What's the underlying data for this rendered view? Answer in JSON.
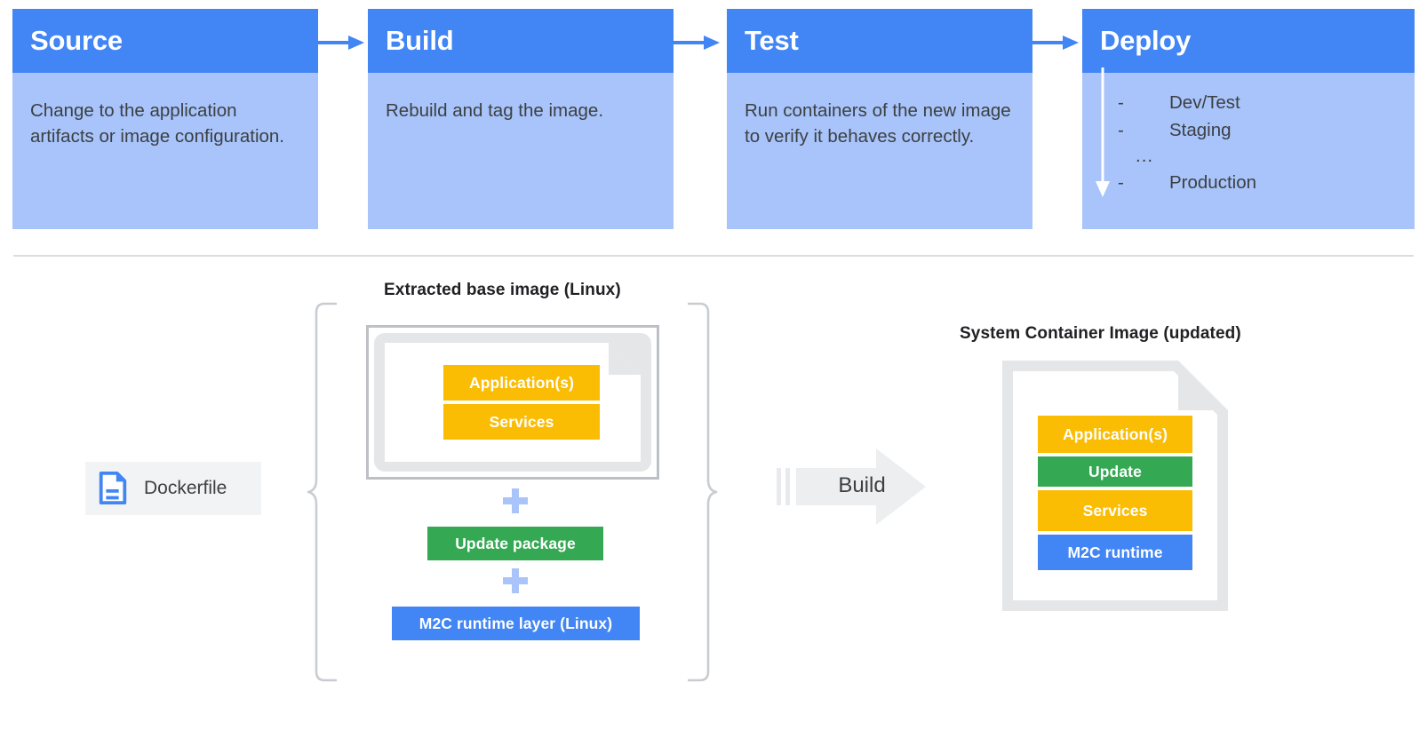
{
  "pipeline": {
    "stages": [
      {
        "title": "Source",
        "desc": "Change to the application artifacts or image configuration."
      },
      {
        "title": "Build",
        "desc": "Rebuild and tag the image."
      },
      {
        "title": "Test",
        "desc": "Run containers of the new image to verify it behaves correctly."
      },
      {
        "title": "Deploy",
        "desc": ""
      }
    ],
    "deploy_items": [
      "Dev/Test",
      "Staging",
      "Production"
    ],
    "deploy_dash": "-",
    "deploy_ellipsis": "...",
    "arrow_icon": "arrow-right-icon",
    "down_arrow_icon": "arrow-down-icon"
  },
  "lower": {
    "dockerfile": {
      "label": "Dockerfile",
      "icon": "document-icon"
    },
    "base_image": {
      "caption": "Extracted base image (Linux)",
      "layers": [
        {
          "label": "Application(s)",
          "color": "#fbbc04"
        },
        {
          "label": "Services",
          "color": "#fbbc04"
        }
      ]
    },
    "plus_icon": "plus-icon",
    "update_package": {
      "label": "Update package",
      "color": "#34a853"
    },
    "runtime_layer": {
      "label": "M2C runtime layer (Linux)",
      "color": "#4285f4"
    },
    "build_arrow": {
      "label": "Build",
      "icon": "arrow-right-icon"
    },
    "system_image": {
      "caption": "System Container Image (updated)",
      "layers": [
        {
          "label": "Application(s)",
          "color": "#fbbc04"
        },
        {
          "label": "Update",
          "color": "#34a853"
        },
        {
          "label": "Services",
          "color": "#fbbc04"
        },
        {
          "label": "M2C runtime",
          "color": "#4285f4"
        }
      ]
    }
  },
  "colors": {
    "header_blue": "#4285f4",
    "body_blue": "#a8c4fa",
    "yellow": "#fbbc04",
    "green": "#34a853",
    "blue": "#4285f4",
    "gray": "#e4e6e8",
    "plus_blue": "#a8c4fa"
  }
}
